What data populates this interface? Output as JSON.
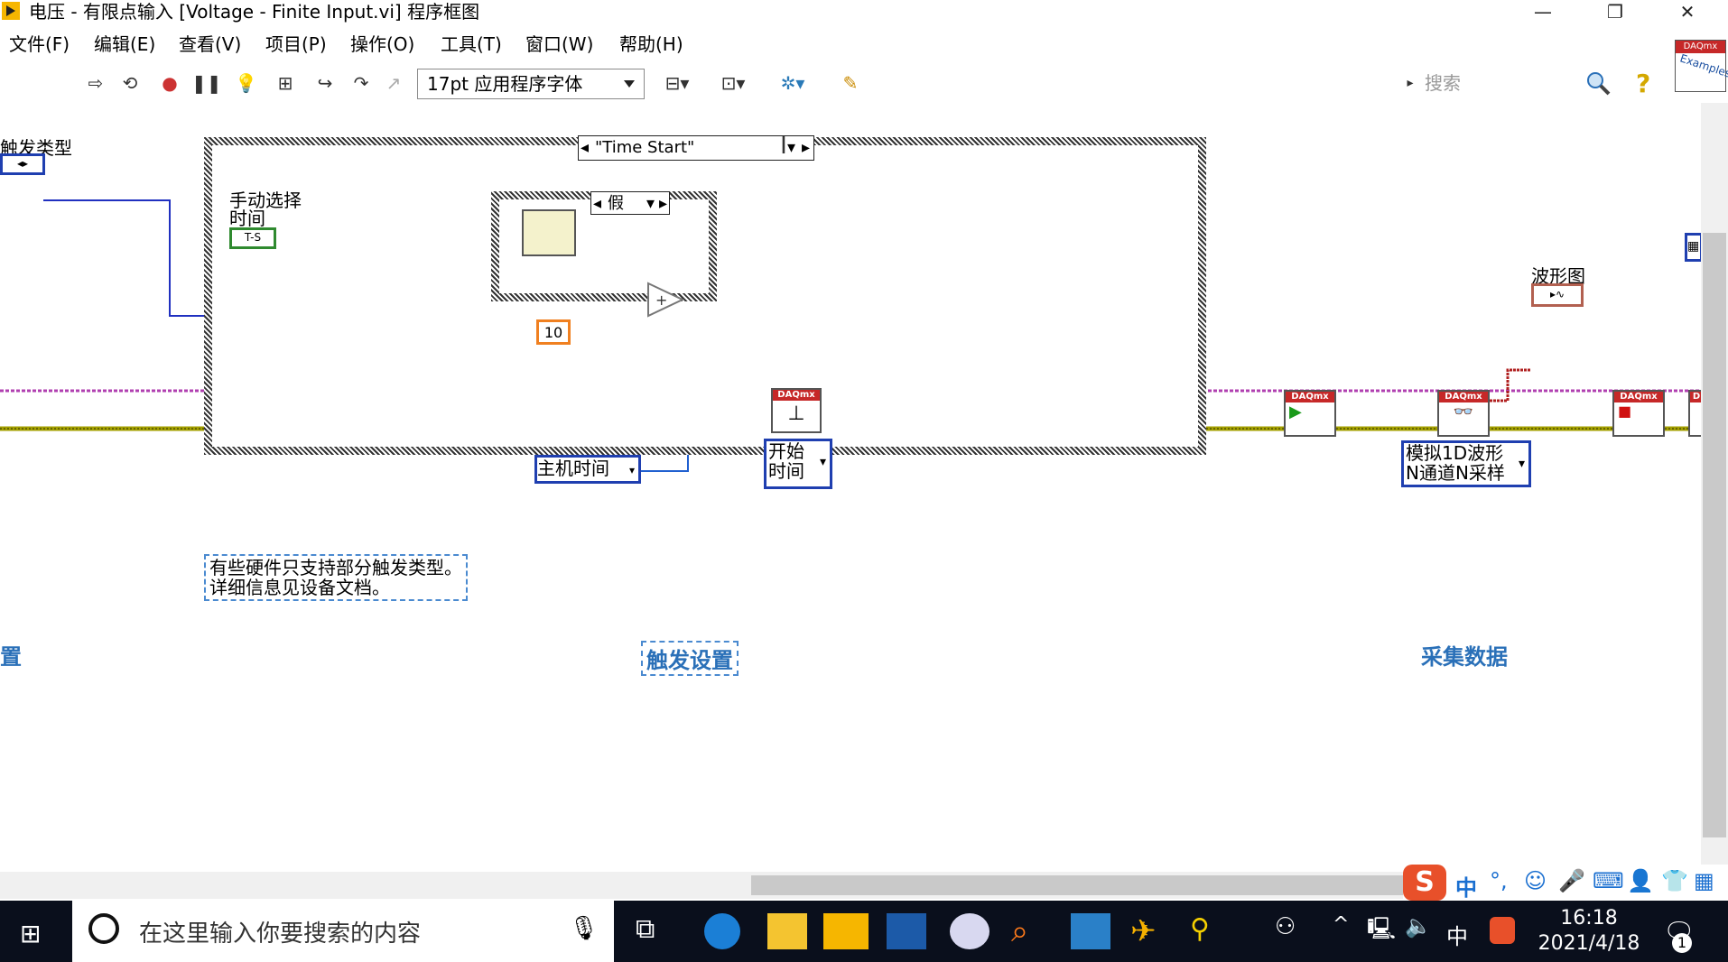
{
  "window": {
    "title": "电压 - 有限点输入 [Voltage - Finite Input.vi] 程序框图"
  },
  "menu": [
    "文件(F)",
    "编辑(E)",
    "查看(V)",
    "项目(P)",
    "操作(O)",
    "工具(T)",
    "窗口(W)",
    "帮助(H)"
  ],
  "toolbar": {
    "font": "17pt 应用程序字体",
    "search_placeholder": "搜索",
    "daq_badge": "DAQmx",
    "example_badge": "Examples"
  },
  "diagram": {
    "trigger_type_label": "触发类型",
    "case_selector": "\"Time Start\"",
    "manual_time_label": "手动选择\n时间",
    "time_const": "T-S",
    "inner_case": "假",
    "const_10": "10",
    "daq_tag": "DAQmx",
    "host_time": "主机时间",
    "start_time": "开始\n时间",
    "waveform_label": "波形图",
    "analog_select": "模拟1D波形\nN通道N采样",
    "comment": "有些硬件只支持部分触发类型。\n详细信息见设备文档。",
    "section_left": "置",
    "section_trigger": "触发设置",
    "section_acquire": "采集数据"
  },
  "taskbar": {
    "search_placeholder": "在这里输入你要搜索的内容",
    "time": "16:18",
    "date": "2021/4/18",
    "ime_lang": "中",
    "notif_count": "1"
  }
}
